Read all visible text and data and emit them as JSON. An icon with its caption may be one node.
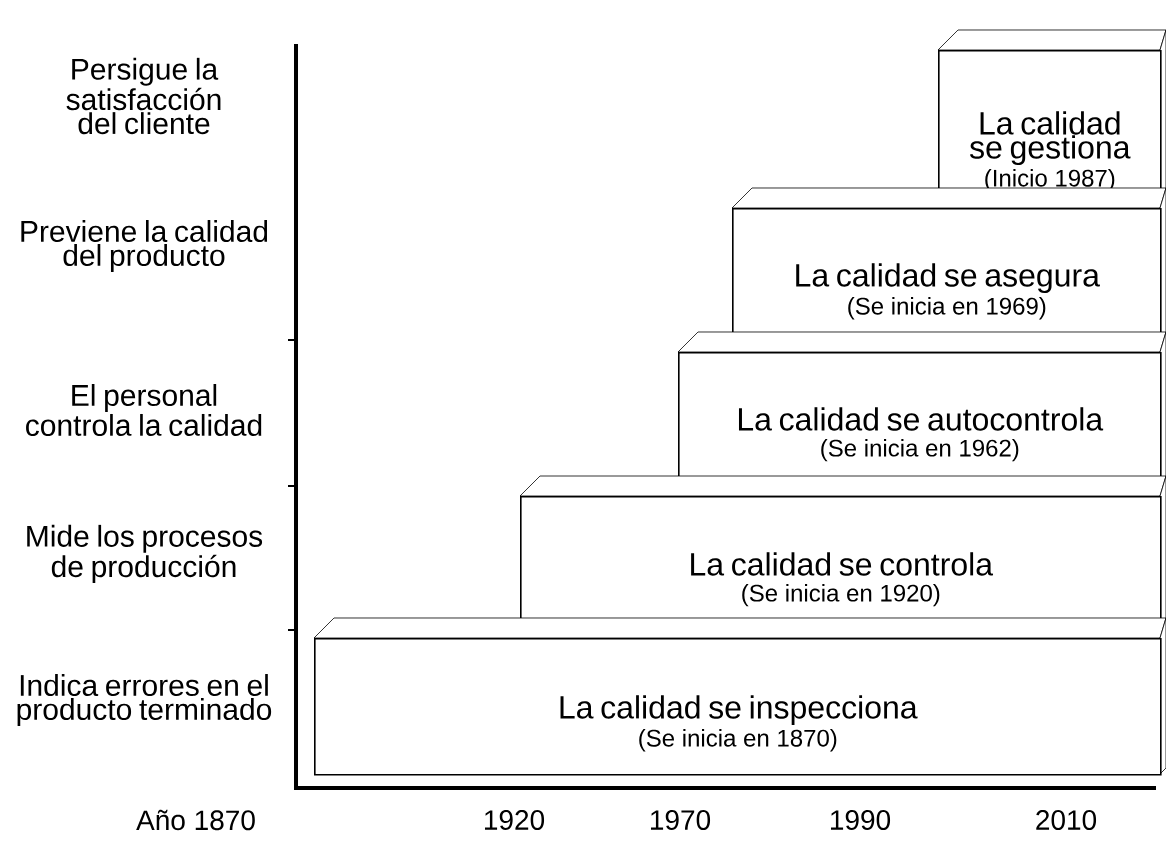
{
  "diagram": {
    "nodes": [
      {
        "text": [
          "La calidad se gestiona",
          "(Inicio 1987)"
        ]
      },
      {
        "text": [
          "La calidad se asegura",
          "(Se inicia en 1969)"
        ]
      },
      {
        "text": [
          "La calidad se autocontrola",
          "(Se inicia en 1962)"
        ]
      },
      {
        "text": [
          "La calidad se controla",
          "(Se inicia en 1920)"
        ]
      },
      {
        "text": [
          "La calidad se inspecciona",
          "(Se inicia en 1870)"
        ]
      }
    ],
    "labels": [
      "Persigue la satisfacción del cliente",
      "Previene la calidad del producto",
      "El personal controla la calidad",
      "Mide los procesos de producción",
      "Indica errores en el producto terminado",
      "Año 1870",
      "1920",
      "1970",
      "1990",
      "2010"
    ]
  }
}
